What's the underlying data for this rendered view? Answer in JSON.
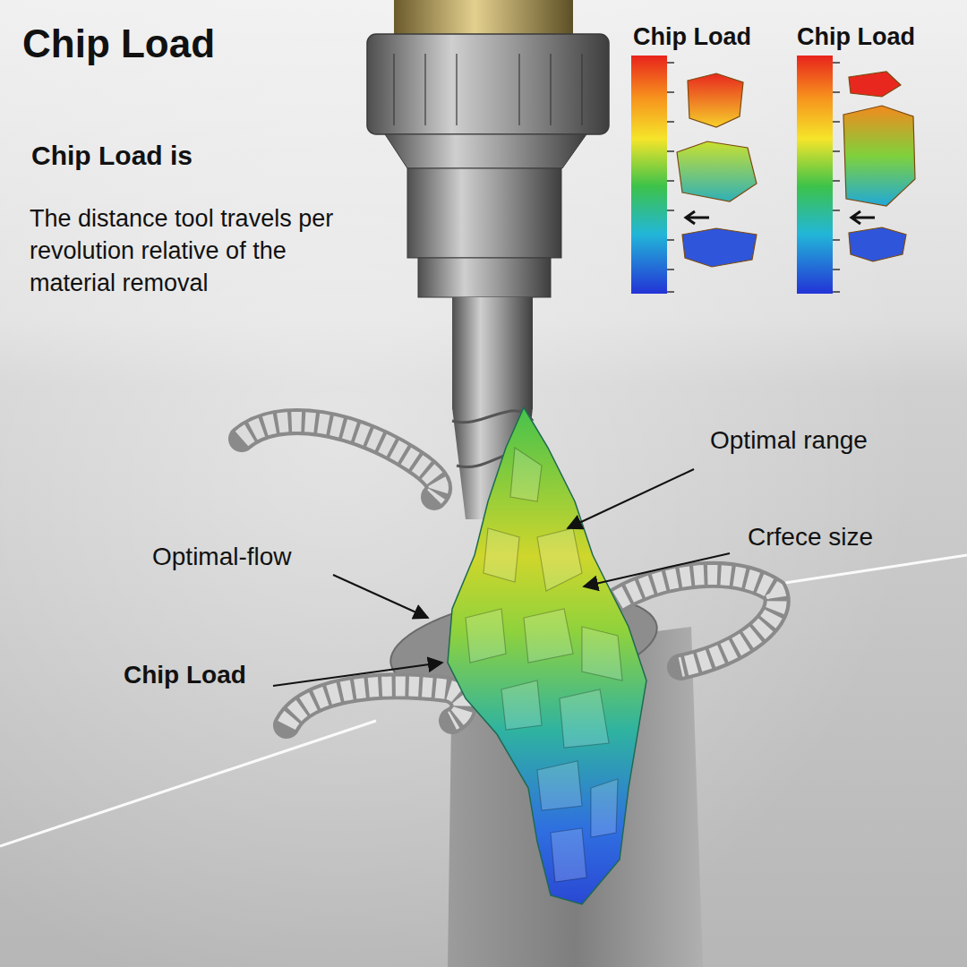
{
  "diagram": {
    "title": "Chip Load",
    "labels": [
      "Chip Load is",
      "The distance tool travels per revolution relative of the material removal",
      "Chip Load",
      "Chip Load",
      "Optimal range",
      "Crfece size",
      "Optimal-flow",
      "Chip Load"
    ]
  }
}
